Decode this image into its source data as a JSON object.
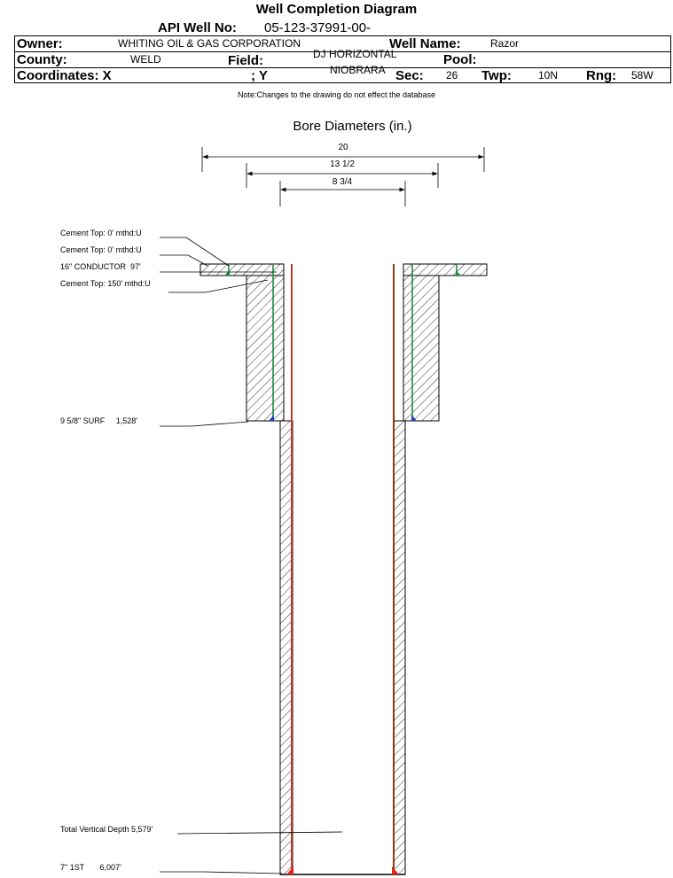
{
  "title": "Well Completion Diagram",
  "header": {
    "api_label": "API Well No:",
    "api_value": "05-123-37991-00-",
    "owner_label": "Owner:",
    "owner_value": "WHITING OIL & GAS CORPORATION",
    "well_name_label": "Well Name:",
    "well_name_value": "Razor",
    "county_label": "County:",
    "county_value": "WELD",
    "field_label": "Field:",
    "field_value_line1": "DJ HORIZONTAL",
    "field_value_line2": "NIOBRARA",
    "pool_label": "Pool:",
    "coord_label": "Coordinates: X",
    "coord_y_label": "; Y",
    "sec_label": "Sec:",
    "sec_value": "26",
    "twp_label": "Twp:",
    "twp_value": "10N",
    "rng_label": "Rng:",
    "rng_value": "58W"
  },
  "note": "Note:Changes to the drawing do not effect the database",
  "bore": {
    "title": "Bore Diameters (in.)",
    "diameters": [
      "20",
      "13 1/2",
      "8 3/4"
    ]
  },
  "annotations": {
    "cement_top_1": "Cement Top: 0' mthd:U",
    "cement_top_2": "Cement Top: 0' mthd:U",
    "conductor": "16\" CONDUCTOR  97'",
    "cement_top_3": "Cement Top: 150' mthd:U",
    "surface_casing": "9 5/8\" SURF     1,528'",
    "tvd": "Total Vertical Depth 5,579'",
    "production_casing": "7\" 1ST       6,007'"
  },
  "colors": {
    "casing_red": "#c0392b",
    "casing_brown": "#8b3a0f",
    "cement_green": "#1e8a3a",
    "shoe_blue": "#1f3fbf",
    "shoe_red": "#e0241b"
  }
}
